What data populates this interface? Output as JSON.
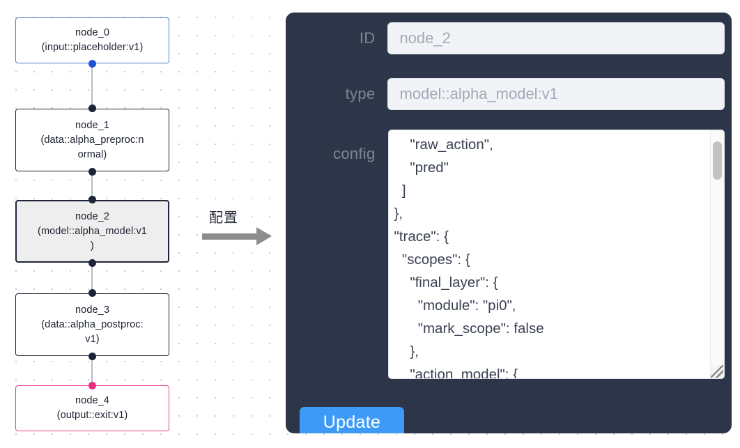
{
  "canvas": {
    "background_color": "#ffffff",
    "dot_color": "#c9ccd4"
  },
  "graph": {
    "nodes": [
      {
        "id": "node_0",
        "title": "node_0",
        "subtitle": "(input::placeholder:v1)",
        "kind": "input",
        "border_color": "#4b7bc4",
        "selected": false
      },
      {
        "id": "node_1",
        "title": "node_1",
        "subtitle_line1": "(data::alpha_preproc:n",
        "subtitle_line2": "ormal)",
        "kind": "data",
        "border_color": "#1c2233",
        "selected": false
      },
      {
        "id": "node_2",
        "title": "node_2",
        "subtitle_line1": "(model::alpha_model:v1",
        "subtitle_line2": ")",
        "kind": "model",
        "border_color": "#20263a",
        "selected": true
      },
      {
        "id": "node_3",
        "title": "node_3",
        "subtitle_line1": "(data::alpha_postproc:",
        "subtitle_line2": "v1)",
        "kind": "data",
        "border_color": "#1c2233",
        "selected": false
      },
      {
        "id": "node_4",
        "title": "node_4",
        "subtitle": "(output::exit:v1)",
        "kind": "output",
        "border_color": "#ea3c8c",
        "selected": false
      }
    ]
  },
  "transition": {
    "label": "配置",
    "arrow_color": "#8d8d8d"
  },
  "panel": {
    "background_color": "#2d3648",
    "fields": {
      "id": {
        "label": "ID",
        "value": "node_2"
      },
      "type": {
        "label": "type",
        "value": "model::alpha_model:v1"
      },
      "config": {
        "label": "config",
        "value": "    \"raw_action\",\n    \"pred\"\n  ]\n},\n\"trace\": {\n  \"scopes\": {\n    \"final_layer\": {\n      \"module\": \"pi0\",\n      \"mark_scope\": false\n    },\n    \"action_model\": {"
      }
    },
    "update_button": {
      "label": "Update",
      "color": "#3d9bf7"
    }
  }
}
